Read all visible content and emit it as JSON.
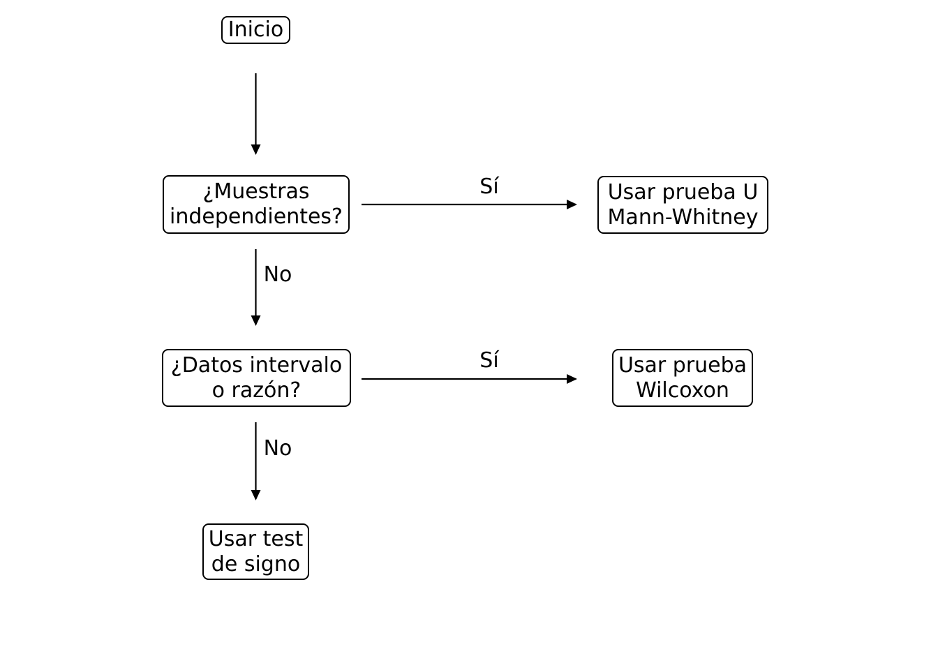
{
  "diagram": {
    "type": "flowchart",
    "language": "es",
    "colors": {
      "background": "#ffffff",
      "stroke": "#000000",
      "text": "#000000",
      "node_fill": "#ffffff"
    },
    "nodes": [
      {
        "id": "inicio",
        "shape": "rounded-rect",
        "label": "Inicio"
      },
      {
        "id": "q-muestras-independientes",
        "shape": "rounded-rect",
        "label": "¿Muestras\nindependientes?"
      },
      {
        "id": "usar-prueba-u-mann-whitney",
        "shape": "rounded-rect",
        "label": "Usar prueba U\nMann-Whitney"
      },
      {
        "id": "q-datos-intervalo-razon",
        "shape": "rounded-rect",
        "label": "¿Datos intervalo\no razón?"
      },
      {
        "id": "usar-prueba-wilcoxon",
        "shape": "rounded-rect",
        "label": "Usar prueba\nWilcoxon"
      },
      {
        "id": "usar-test-de-signo",
        "shape": "rounded-rect",
        "label": "Usar test\nde signo"
      }
    ],
    "edges": [
      {
        "from": "inicio",
        "to": "q-muestras-independientes",
        "direction": "down"
      },
      {
        "from": "q-muestras-independientes",
        "to": "usar-prueba-u-mann-whitney",
        "direction": "right",
        "label": "Sí"
      },
      {
        "from": "q-muestras-independientes",
        "to": "q-datos-intervalo-razon",
        "direction": "down",
        "label": "No"
      },
      {
        "from": "q-datos-intervalo-razon",
        "to": "usar-prueba-wilcoxon",
        "direction": "right",
        "label": "Sí"
      },
      {
        "from": "q-datos-intervalo-razon",
        "to": "usar-test-de-signo",
        "direction": "down",
        "label": "No"
      }
    ]
  }
}
